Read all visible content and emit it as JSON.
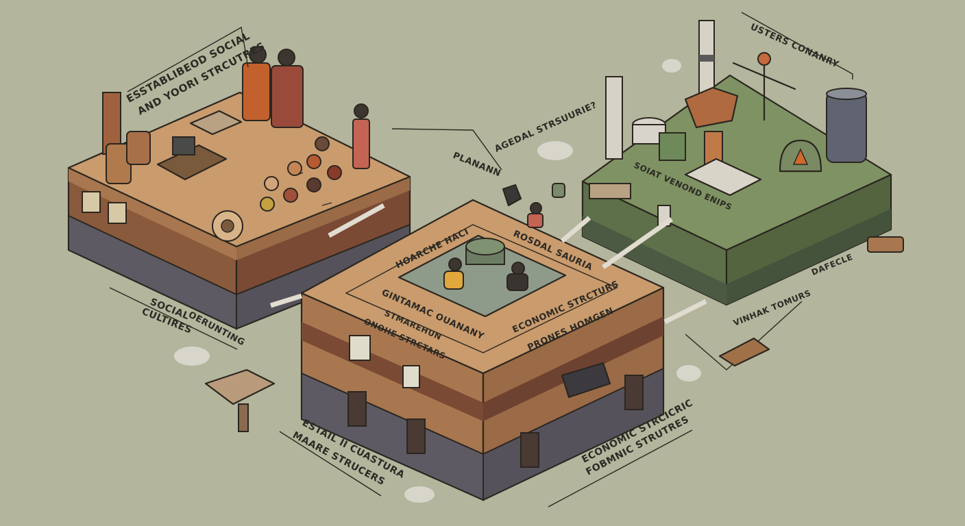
{
  "colors": {
    "background": "#b3b59c",
    "tan_top": "#c99b6d",
    "tan_side": "#a8774f",
    "brown_layer": "#7a4a34",
    "stone_layer": "#5e5a63",
    "green_top": "#7f9263",
    "green_side": "#5d7049",
    "inner_mat": "#8f9b8a",
    "ink": "#2b2620"
  },
  "labels": {
    "top_left_1": "ESSTABLIBEOD SOCIAL",
    "top_left_2": "AND YOORI STRCUTRES",
    "planann": "PLANANN",
    "agedal": "AGEDAL STRSUURIE?",
    "usters": "USTERS CONANRY",
    "soiat": "SOIAT VENOND ENIPS",
    "social_cultures_1": "SOCIAL",
    "social_cultures_2": "CULTIRES",
    "oerunting": "OERUNTING",
    "hoarche": "HOARCHE HACI",
    "rosdal": "ROSDAL SAURIA",
    "gintamac": "GINTAMAC OUANANY",
    "economic_inner": "ECONOMIC STRCTURS",
    "stmarehun_1": "STMAREHUN",
    "stmarehun_2": "ONOHE STRCTARS",
    "prones": "PRONES HOMGEN",
    "dafecle": "DAFECLE",
    "vinhak": "VINHAK TOMURS",
    "bottom_left_1": "ESTAIL II CUASTURA",
    "bottom_left_2": "MAARE STRUCERS",
    "bottom_right_1": "ECONOMIC STRCICRIC",
    "bottom_right_2": "FOBMNIC STRUTRES"
  }
}
